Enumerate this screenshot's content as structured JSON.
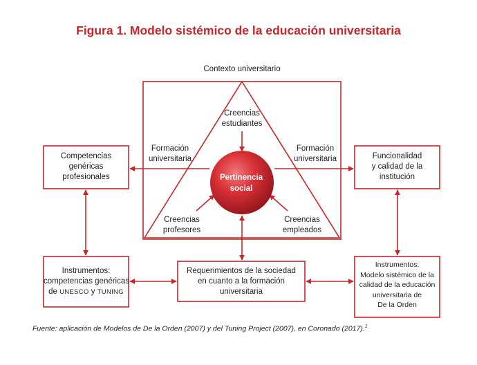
{
  "title": "Figura 1. Modelo sistémico de la educación universitaria",
  "context_label": "Contexto universitario",
  "center": {
    "line1": "Pertinencia",
    "line2": "social"
  },
  "beliefs": {
    "students": [
      "Creencias",
      "estudiantes"
    ],
    "teachers": [
      "Creencias",
      "profesores"
    ],
    "employees": [
      "Creencias",
      "empleados"
    ]
  },
  "training_left": [
    "Formación",
    "universitaria"
  ],
  "training_right": [
    "Formación",
    "universitaria"
  ],
  "boxes": {
    "competencies": [
      "Competencias",
      "genéricas",
      "profesionales"
    ],
    "functionality": [
      "Funcionalidad",
      "y calidad de la",
      "institución"
    ],
    "instruments_left": {
      "line1": "Instrumentos:",
      "line2": "competencias genéricas",
      "line3_de": "de",
      "line3_unesco": "UNESCO",
      "line3_y": "y",
      "line3_tuning": "TUNING"
    },
    "requirements": [
      "Requerimientos de la sociedad",
      "en cuanto a la formación",
      "universitaria"
    ],
    "instruments_right": [
      "Instrumentos:",
      "Modelo sistémico de la",
      "calidad de la educación",
      "universitaria de",
      "De la Orden"
    ]
  },
  "source": {
    "text": "Fuente: aplicación de Modelos de De la Orden (2007) y del Tuning Project (2007), en Coronado (2017).",
    "note": "1"
  },
  "colors": {
    "accent": "#c8262b",
    "text": "#231f20"
  }
}
